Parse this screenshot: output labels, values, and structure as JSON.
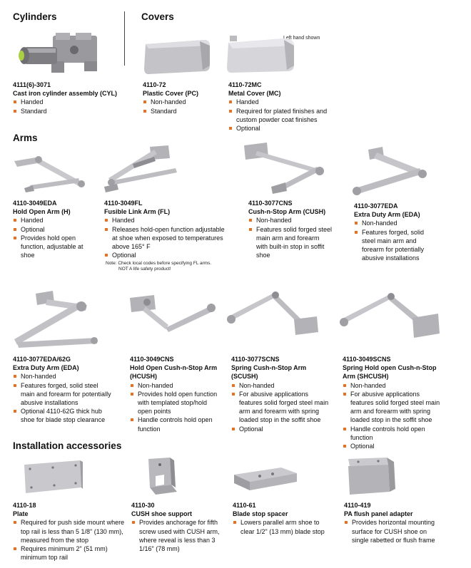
{
  "sections": {
    "cylinders": "Cylinders",
    "covers": "Covers",
    "arms": "Arms",
    "accessories": "Installation accessories"
  },
  "cylinders": [
    {
      "pn": "4111(6)-3071",
      "name": "Cast iron cylinder assembly (CYL)",
      "bullets": [
        "Handed",
        "Standard"
      ]
    }
  ],
  "covers": {
    "caption": "Left hand shown",
    "items": [
      {
        "pn": "4110-72",
        "name": "Plastic Cover (PC)",
        "bullets": [
          "Non-handed",
          "Standard"
        ]
      },
      {
        "pn": "4110-72MC",
        "name": "Metal Cover (MC)",
        "bullets": [
          "Handed",
          "Required for plated finishes and custom powder coat finishes",
          "Optional"
        ]
      }
    ]
  },
  "arms": {
    "note": [
      "Note: Check local codes before specifying FL arms.",
      "NOT A life safety product!"
    ],
    "items": [
      {
        "pn": "4110-3049EDA",
        "name": "Hold Open Arm (H)",
        "bullets": [
          "Handed",
          "Optional",
          "Provides hold open function, adjustable at shoe"
        ]
      },
      {
        "pn": "4110-3049FL",
        "name": "Fusible Link Arm (FL)",
        "bullets": [
          "Handed",
          "Releases hold-open function adjustable at shoe when exposed to temperatures above 165° F",
          "Optional"
        ]
      },
      {
        "pn": "4110-3077CNS",
        "name": "Cush-n-Stop Arm (CUSH)",
        "bullets": [
          "Non-handed",
          "Features solid forged steel main arm and forearm with built-in stop in soffit shoe"
        ]
      },
      {
        "pn": "4110-3077EDA",
        "name": "Extra Duty Arm (EDA)",
        "bullets": [
          "Non-handed",
          "Features forged, solid steel main arm and forearm for potentially abusive installations"
        ]
      },
      {
        "pn": "4110-3077EDA/62G",
        "name": "Extra Duty Arm (EDA)",
        "bullets": [
          "Non-handed",
          "Features forged, solid steel main and forearm for potentially abusive installations",
          "Optional 4110-62G thick hub shoe for blade stop clearance"
        ]
      },
      {
        "pn": "4110-3049CNS",
        "name": "Hold Open Cush-n-Stop Arm (HCUSH)",
        "bullets": [
          "Non-handed",
          "Provides hold open function with templated stop/hold open points",
          "Handle controls hold open function"
        ]
      },
      {
        "pn": "4110-3077SCNS",
        "name": "Spring Cush-n-Stop Arm (SCUSH)",
        "bullets": [
          "Non-handed",
          "For abusive applications features solid forged steel main arm and forearm with spring loaded stop in the soffit shoe",
          "Optional"
        ]
      },
      {
        "pn": "4110-3049SCNS",
        "name": "Spring Hold open Cush-n-Stop Arm (SHCUSH)",
        "bullets": [
          "Non-handed",
          "For abusive applications features solid forged steel main arm and forearm with spring loaded stop in the soffit shoe",
          "Handle controls hold open function",
          "Optional"
        ]
      }
    ]
  },
  "accessories": [
    {
      "pn": "4110-18",
      "name": "Plate",
      "bullets": [
        "Required for push side mount where top rail is less than 5 1/8\" (130 mm), measured from the stop",
        "Requires minimum 2\" (51 mm) minimum top rail"
      ]
    },
    {
      "pn": "4110-30",
      "name": "CUSH shoe support",
      "bullets": [
        "Provides anchorage for fifth screw used with CUSH arm, where reveal is less than 3 1/16\" (78 mm)"
      ]
    },
    {
      "pn": "4110-61",
      "name": "Blade stop spacer",
      "bullets": [
        "Lowers parallel arm shoe to clear 1/2\" (13 mm) blade stop"
      ]
    },
    {
      "pn": "4110-419",
      "name": "PA flush panel adapter",
      "bullets": [
        "Provides horizontal mounting surface for CUSH shoe on single rabetted or flush frame"
      ]
    }
  ],
  "colors": {
    "bullet": "#e8701e",
    "metal": "#c9c9cc",
    "metal_dark": "#8e8e92",
    "cylinder_tip": "#a8d040"
  }
}
